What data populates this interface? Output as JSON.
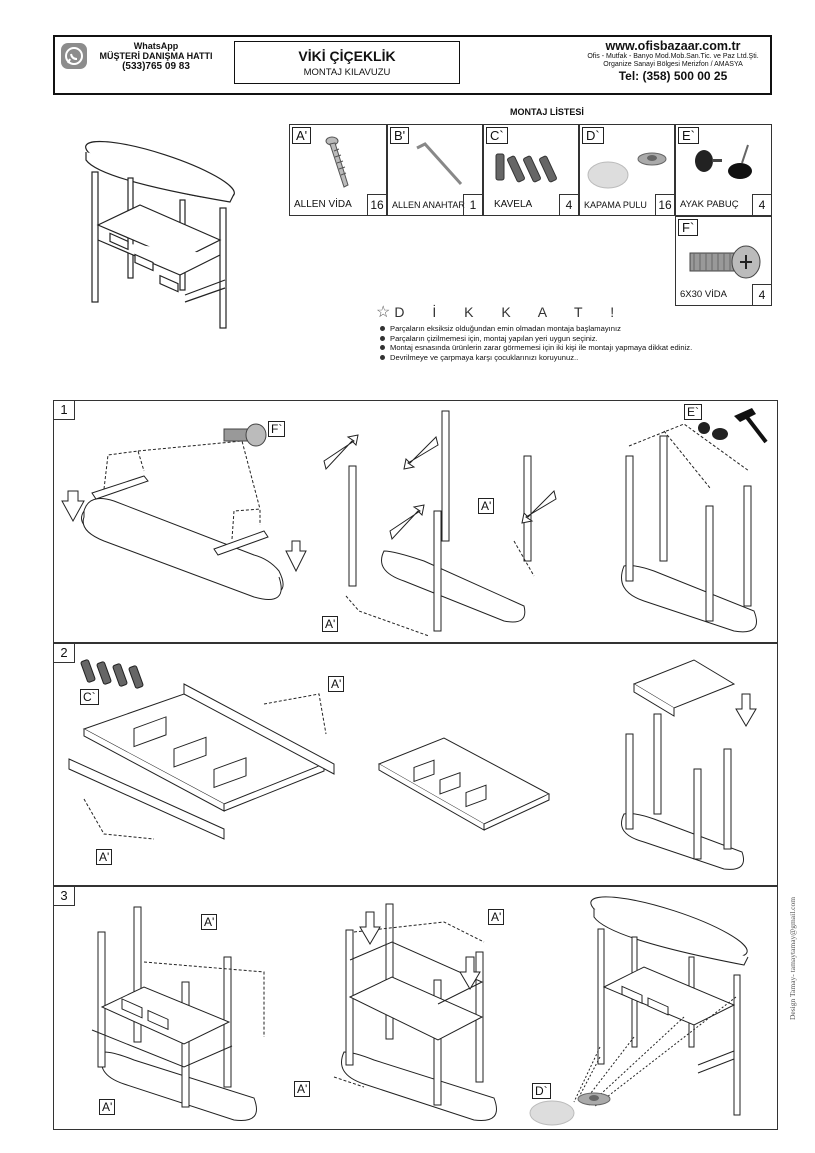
{
  "header": {
    "whatsapp_label": "WhatsApp",
    "hotline_label": "MÜŞTERİ DANIŞMA HATTI",
    "hotline_phone": "(533)765 09 83",
    "product_title": "VİKİ ÇİÇEKLİK",
    "product_subtitle": "MONTAJ KILAVUZU",
    "website": "www.ofisbazaar.com.tr",
    "company_line1": "Ofis - Mutfak - Banyo Mod.Mob.San.Tic. ve Paz Ltd.Şti.",
    "company_line2": "Organize Sanayi Bölgesi Merizfon / AMASYA",
    "tel": "Tel: (358) 500 00 25"
  },
  "parts_list": {
    "title": "MONTAJ LİSTESİ",
    "parts": [
      {
        "letter": "A'",
        "name": "ALLEN VİDA",
        "qty": "16",
        "icon": "screw-icon"
      },
      {
        "letter": "B'",
        "name": "ALLEN ANAHTAR",
        "qty": "1",
        "icon": "allen-key-icon"
      },
      {
        "letter": "C`",
        "name": "KAVELA",
        "qty": "4",
        "icon": "dowel-icon"
      },
      {
        "letter": "D`",
        "name": "KAPAMA PULU",
        "qty": "16",
        "icon": "cover-cap-icon"
      },
      {
        "letter": "E`",
        "name": "AYAK PABUÇ",
        "qty": "4",
        "icon": "foot-pad-icon"
      },
      {
        "letter": "F`",
        "name": "6X30 VİDA",
        "qty": "4",
        "icon": "bolt-icon"
      }
    ]
  },
  "warning": {
    "title": "D İ K K A T !",
    "items": [
      "Parçaların eksiksiz olduğundan emin olmadan montaja başlamayınız",
      "Parçaların çizilmemesi için, montaj yapılan yeri uygun seçiniz.",
      "Montaj esnasında  ürünlerin zarar görmemesi için iki kişi ile montajı yapmaya dikkat ediniz.",
      "Devrilmeye ve çarpmaya karşı çocuklarınızı koruyunuz.."
    ]
  },
  "steps": [
    {
      "number": "1",
      "labels": [
        "F`",
        "A'",
        "A'",
        "E`"
      ]
    },
    {
      "number": "2",
      "labels": [
        "C`",
        "A'",
        "A'"
      ]
    },
    {
      "number": "3",
      "labels": [
        "A'",
        "A'",
        "A'",
        "A'",
        "D`"
      ]
    }
  ],
  "designer_credit": "Design Tamay- tamaytamay@gmail.com"
}
